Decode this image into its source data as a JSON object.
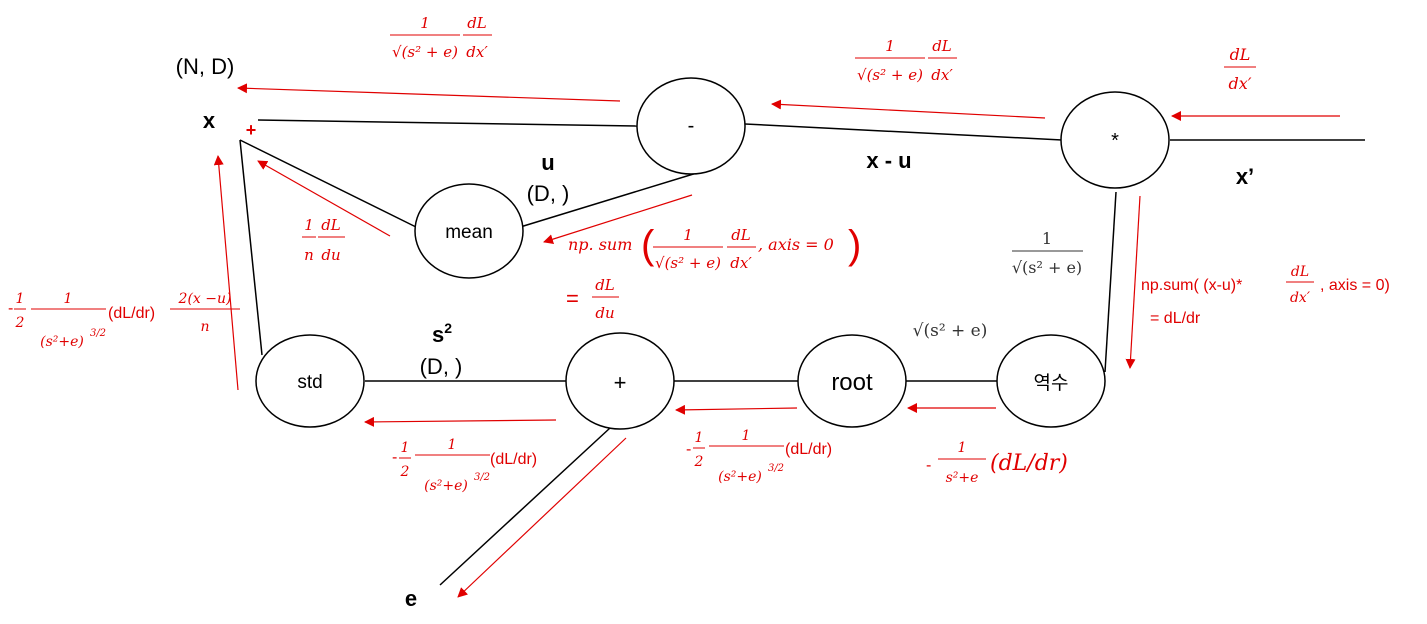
{
  "colors": {
    "black": "#000000",
    "red": "#e00000"
  },
  "nodes": {
    "minus": "-",
    "mean": "mean",
    "multiply": "*",
    "std": "std",
    "plus": "+",
    "root": "root",
    "reciprocal": "역수"
  },
  "labels": {
    "shape_nd": "(N, D)",
    "x": "x",
    "x_plus": "+",
    "u": "u",
    "u_shape": "(D, )",
    "x_minus_u": "x - u",
    "x_prime": "x’",
    "s2_base": "s",
    "s2_exp": "2",
    "s2_shape": "(D, )",
    "e": "e"
  },
  "gradients": {
    "top_left": {
      "num": "1",
      "den": "√(s² + e)",
      "num2": "dL",
      "den2": "dx′"
    },
    "top_mid": {
      "num": "1",
      "den": "√(s² + e)",
      "num2": "dL",
      "den2": "dx′"
    },
    "top_right": {
      "num": "dL",
      "den": "dx′"
    },
    "mean_grad": {
      "num": "1",
      "den": "n",
      "num2": "dL",
      "den2": "du"
    },
    "npsum_prefix": "np. sum",
    "npsum_suffix": ", axis = 0",
    "npsum_frac_num": "1",
    "npsum_frac_den": "√(s² + e)",
    "npsum_d_num": "dL",
    "npsum_d_den": "dx′",
    "eq_du_prefix": "=",
    "eq_du_num": "dL",
    "eq_du_den": "du",
    "recip_label_num": "1",
    "recip_label_den": "√(s² + e)",
    "root_label": "√(s² + e)",
    "dr_line1_a": "np.sum( (x-u)*",
    "dr_line1_num": "dL",
    "dr_line1_den": "dx′",
    "dr_line1_b": ", axis = 0)",
    "dr_line2": "= dL/dr",
    "left_coef_sign": "-",
    "left_coef_num": "1",
    "left_coef_den": "2",
    "left_frac_num": "1",
    "left_frac_den": "(s²+e)",
    "left_frac_exp": "3/2",
    "left_dldr": "(dL/dr)",
    "left_tail_num": "2(x −u)",
    "left_tail_den": "n",
    "std_grad_sign": "-",
    "std_grad_dldr": "(dL/dr)",
    "plus_grad_sign": "-",
    "plus_grad_dldr": "(dL/dr)",
    "recip_grad_sign": "-",
    "recip_grad_num": "1",
    "recip_grad_den": "s²+e",
    "recip_grad_dldr": "(dL/dr)"
  }
}
